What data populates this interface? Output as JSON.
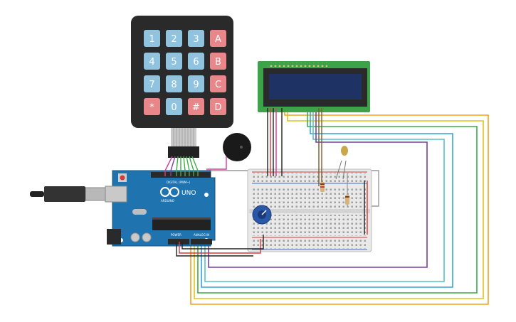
{
  "keypad": {
    "keys": [
      {
        "label": "1",
        "kind": "num"
      },
      {
        "label": "2",
        "kind": "num"
      },
      {
        "label": "3",
        "kind": "num"
      },
      {
        "label": "A",
        "kind": "letter"
      },
      {
        "label": "4",
        "kind": "num"
      },
      {
        "label": "5",
        "kind": "num"
      },
      {
        "label": "6",
        "kind": "num"
      },
      {
        "label": "B",
        "kind": "letter"
      },
      {
        "label": "7",
        "kind": "num"
      },
      {
        "label": "8",
        "kind": "num"
      },
      {
        "label": "9",
        "kind": "num"
      },
      {
        "label": "C",
        "kind": "letter"
      },
      {
        "label": "*",
        "kind": "sym"
      },
      {
        "label": "0",
        "kind": "num"
      },
      {
        "label": "#",
        "kind": "sym"
      },
      {
        "label": "D",
        "kind": "letter"
      }
    ]
  },
  "arduino": {
    "model": "UNO",
    "brand": "ARDUINO",
    "digital_label": "DIGITAL (PWM~)",
    "power_label": "POWER",
    "analog_label": "ANALOG IN"
  },
  "colors": {
    "board": "#1f74b0",
    "keypad_body": "#2a2a2a",
    "key_num": "#8fc3e0",
    "key_letter": "#e8868a",
    "lcd_pcb": "#3da34a",
    "lcd_screen": "#1f3264",
    "breadboard": "#e6e6e6",
    "wire_orange": "#f2a31b",
    "wire_yellow": "#e0c21c",
    "wire_green": "#3cae46",
    "wire_blue": "#33a3d6",
    "wire_teal": "#55c1c7",
    "wire_purple": "#7b3fa1",
    "wire_red": "#d43a3a",
    "wire_black": "#222222",
    "wire_pink": "#d43a94",
    "wire_gray": "#888888"
  }
}
